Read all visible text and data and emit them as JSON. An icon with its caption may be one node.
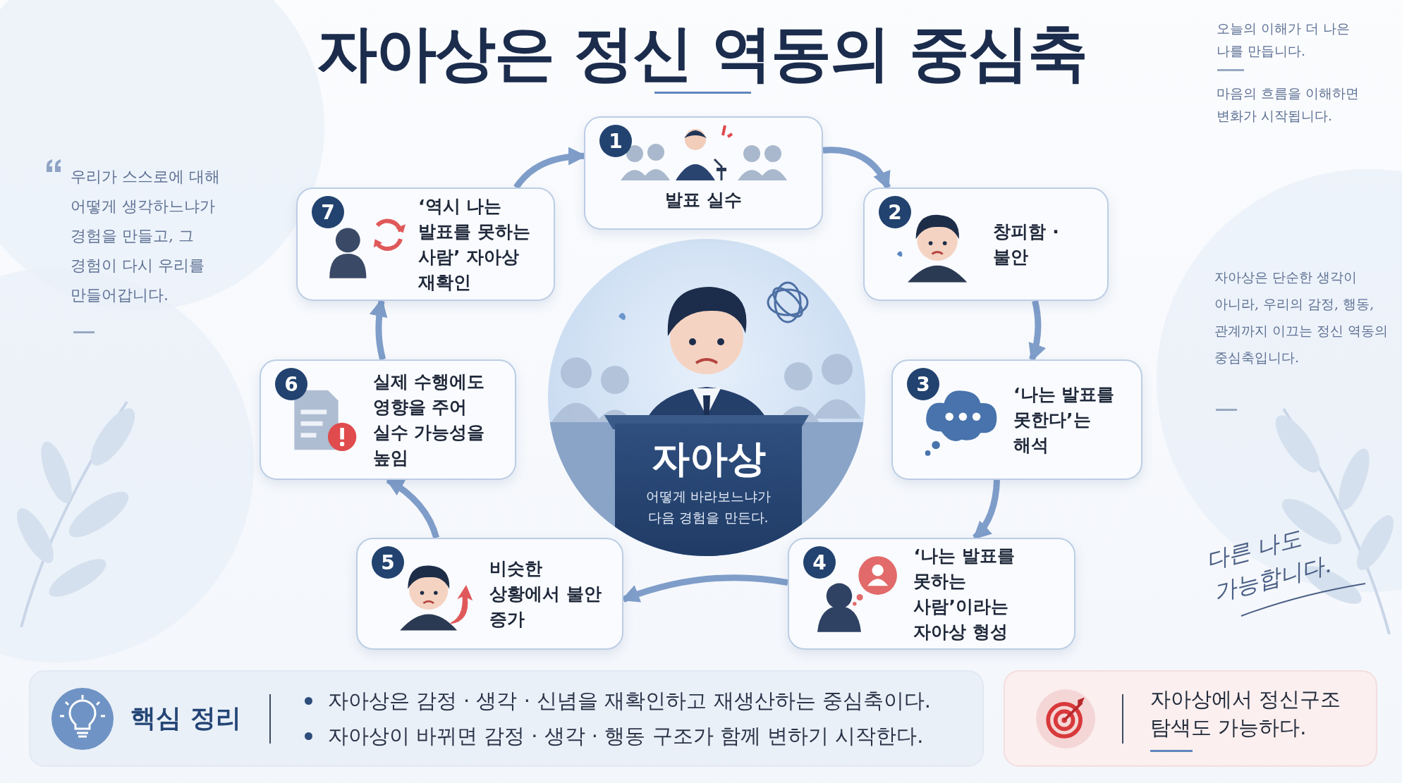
{
  "diagram": {
    "title": "자아상은 정신 역동의 중심축",
    "nodes": [
      {
        "text": [
          "1",
          "발표 실수"
        ]
      },
      {
        "text": [
          "2",
          "창피함 · 불안"
        ]
      },
      {
        "text": [
          "3",
          "‘나는 발표를 못한다’는 해석"
        ]
      },
      {
        "text": [
          "4",
          "‘나는 발표를 못하는 사람’이라는 자아상 형성"
        ]
      },
      {
        "text": [
          "5",
          "비슷한 상황에서 불안 증가"
        ]
      },
      {
        "text": [
          "6",
          "실제 수행에도 영향을 주어 실수 가능성을 높임"
        ]
      },
      {
        "text": [
          "7",
          "‘역시 나는 발표를 못하는 사람’ 자아상 재확인"
        ]
      },
      {
        "text": [
          "자아상",
          "어떻게 바라보느냐가 다음 경험을 만든다."
        ]
      },
      {
        "text": [
          "핵심 정리",
          "자아상은 감정 · 생각 · 신념을 재확인하고 재생산하는 중심축이다.",
          "자아상이 바뀌면 감정 · 생각 · 행동 구조가 함께 변하기 시작한다."
        ]
      },
      {
        "text": [
          "자아상에서 정신구조 탐색도 가능하다."
        ]
      }
    ],
    "edges": [
      {
        "from": 0,
        "to": 1,
        "arrow": "to"
      },
      {
        "from": 1,
        "to": 2,
        "arrow": "to"
      },
      {
        "from": 2,
        "to": 3,
        "arrow": "to"
      },
      {
        "from": 3,
        "to": 4,
        "arrow": "to"
      },
      {
        "from": 4,
        "to": 5,
        "arrow": "to"
      },
      {
        "from": 5,
        "to": 6,
        "arrow": "to"
      },
      {
        "from": 6,
        "to": 0,
        "arrow": "to"
      }
    ],
    "labels": [
      "우리가 스스로에 대해 어떻게 생각하느냐가 경험을 만들고, 그 경험이 다시 우리를 만들어갑니다.",
      "오늘의 이해가 더 나은 나를 만듭니다.",
      "마음의 흐름을 이해하면 변화가 시작됩니다.",
      "자아상은 단순한 생각이 아니라, 우리의 감정, 행동, 관계까지 이끄는 정신 역동의 중심축입니다.",
      "다른 나도 가능합니다."
    ]
  }
}
